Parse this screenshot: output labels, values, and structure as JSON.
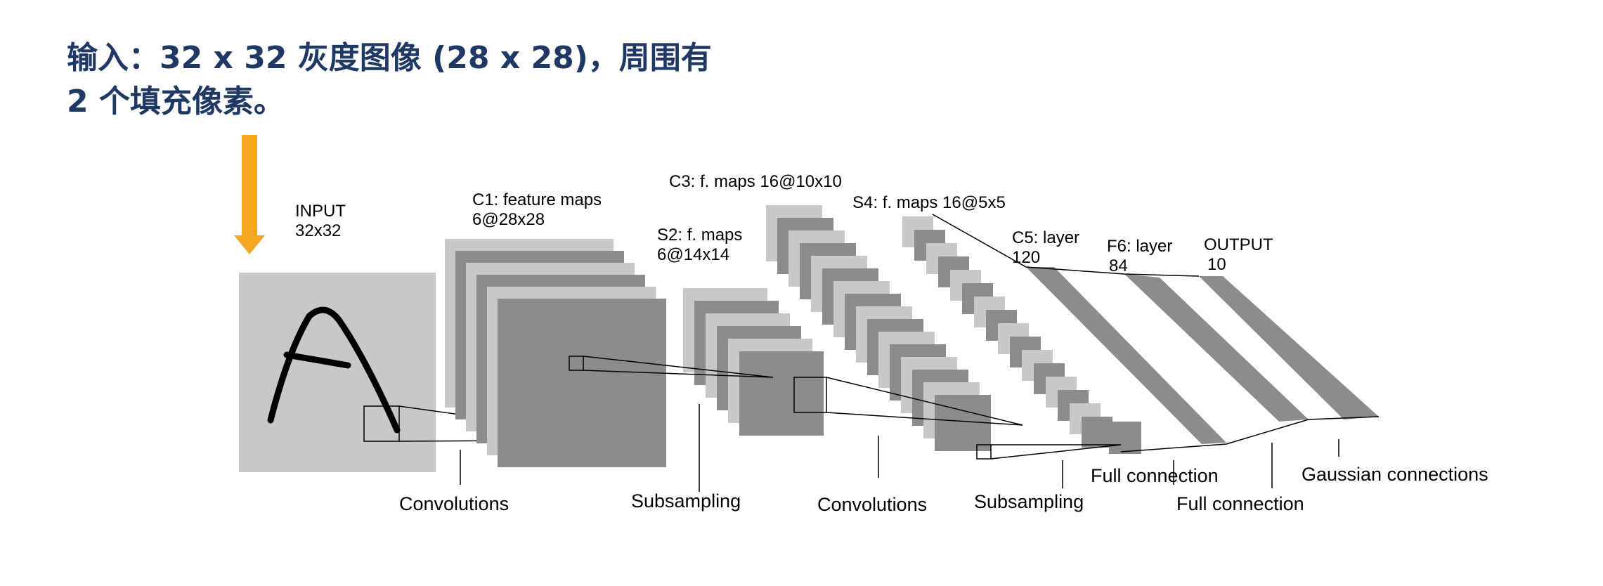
{
  "caption": {
    "line1": "输入：32 x 32 灰度图像 (28 x 28)，周围有",
    "line2": "2 个填充像素。"
  },
  "arrow_color": "#f5a623",
  "layers": {
    "input": {
      "name": "INPUT",
      "size": "32x32"
    },
    "c1": {
      "name": "C1: feature maps",
      "size": "6@28x28"
    },
    "s2": {
      "name": "S2: f. maps",
      "size": "6@14x14"
    },
    "c3": {
      "name": "C3: f. maps 16@10x10",
      "size": ""
    },
    "s4": {
      "name": "S4: f. maps 16@5x5",
      "size": ""
    },
    "c5": {
      "name": "C5: layer",
      "size": "120"
    },
    "f6": {
      "name": "F6: layer",
      "size": "84"
    },
    "output": {
      "name": "OUTPUT",
      "size": "10"
    }
  },
  "operations": {
    "conv1": "Convolutions",
    "sub1": "Subsampling",
    "conv2": "Convolutions",
    "sub2": "Subsampling",
    "full1": "Full connection",
    "full2": "Full connection",
    "gauss": "Gaussian connections"
  },
  "colors": {
    "light_gray": "#c8c8c8",
    "dark_gray": "#8c8c8c",
    "input_bg": "#c8c8c8",
    "letter": "#000000"
  }
}
